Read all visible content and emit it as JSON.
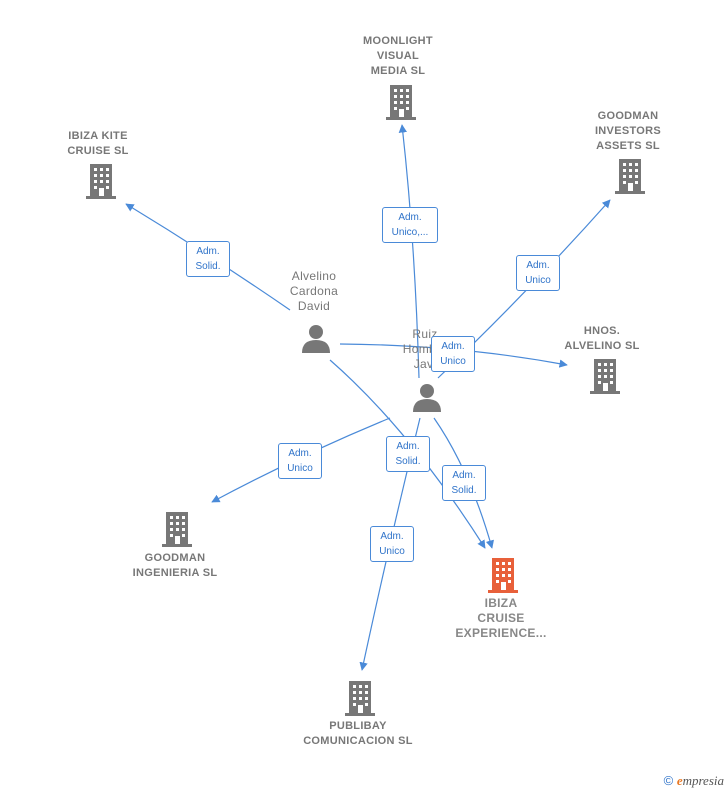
{
  "nodes": {
    "moonlight": "MOONLIGHT\nVISUAL\nMEDIA  SL",
    "goodman_investors": "GOODMAN\nINVESTORS\nASSETS  SL",
    "ibiza_kite": "IBIZA KITE\nCRUISE  SL",
    "hnos_alvelino": "HNOS.\nALVELINO SL",
    "goodman_ingenieria": "GOODMAN\nINGENIERIA SL",
    "ibiza_cruise": "IBIZA\nCRUISE\nEXPERIENCE...",
    "publibay": "PUBLIBAY\nCOMUNICACION SL",
    "alvelino": "Alvelino\nCardona\nDavid",
    "ruiz": "Ruiz\nHombre\nJavi"
  },
  "edges": {
    "e1": "Adm.\nUnico,...",
    "e2": "Adm.\nSolid.",
    "e3": "Adm.\nUnico",
    "e4": "Adm.\nUnico",
    "e5": "Adm.\nUnico",
    "e6": "Adm.\nSolid.",
    "e7": "Adm.\nSolid.",
    "e8": "Adm.\nUnico"
  },
  "colors": {
    "edge": "#4a8ad8",
    "building": "#777777",
    "building_highlight": "#e8603a",
    "person": "#777777"
  },
  "footer": {
    "copyright_symbol": "©",
    "brand": "mpresia",
    "brand_initial": "e"
  }
}
